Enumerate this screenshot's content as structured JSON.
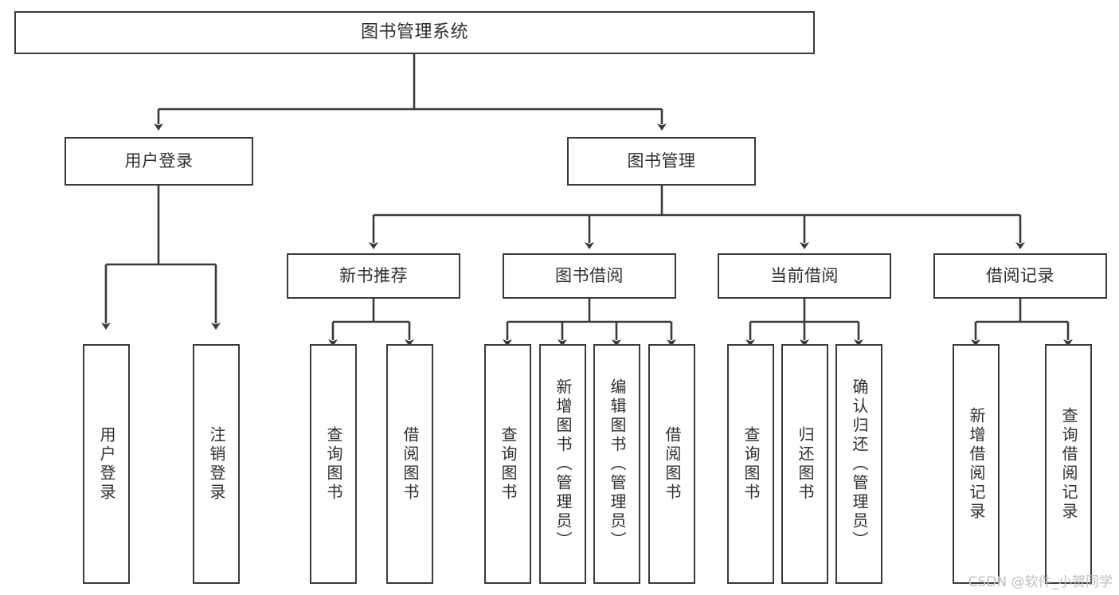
{
  "diagram": {
    "title": "图书管理系统",
    "type": "tree-hierarchy-diagram",
    "watermark": "CSDN @软件_小贺同学",
    "colors": {
      "background": "#ffffff",
      "box_border": "#3a3a3a",
      "box_fill": "#ffffff",
      "text": "#2f2f2f",
      "connector": "#3a3a3a",
      "watermark": "#bdbdbd"
    },
    "root": {
      "label": "图书管理系统"
    },
    "level2": [
      {
        "label": "用户登录"
      },
      {
        "label": "图书管理"
      }
    ],
    "level3": [
      {
        "label": "新书推荐"
      },
      {
        "label": "图书借阅"
      },
      {
        "label": "当前借阅"
      },
      {
        "label": "借阅记录"
      }
    ],
    "leaves": {
      "user_login": [
        {
          "label": "用户登录"
        },
        {
          "label": "注销登录"
        }
      ],
      "new_book_recommend": [
        {
          "label": "查询图书"
        },
        {
          "label": "借阅图书"
        }
      ],
      "book_borrow": [
        {
          "label": "查询图书"
        },
        {
          "label": "新增图书（管理员）"
        },
        {
          "label": "编辑图书（管理员）"
        },
        {
          "label": "借阅图书"
        }
      ],
      "current_borrow": [
        {
          "label": "查询图书"
        },
        {
          "label": "归还图书"
        },
        {
          "label": "确认归还（管理员）"
        }
      ],
      "borrow_record": [
        {
          "label": "新增借阅记录"
        },
        {
          "label": "查询借阅记录"
        }
      ]
    }
  }
}
